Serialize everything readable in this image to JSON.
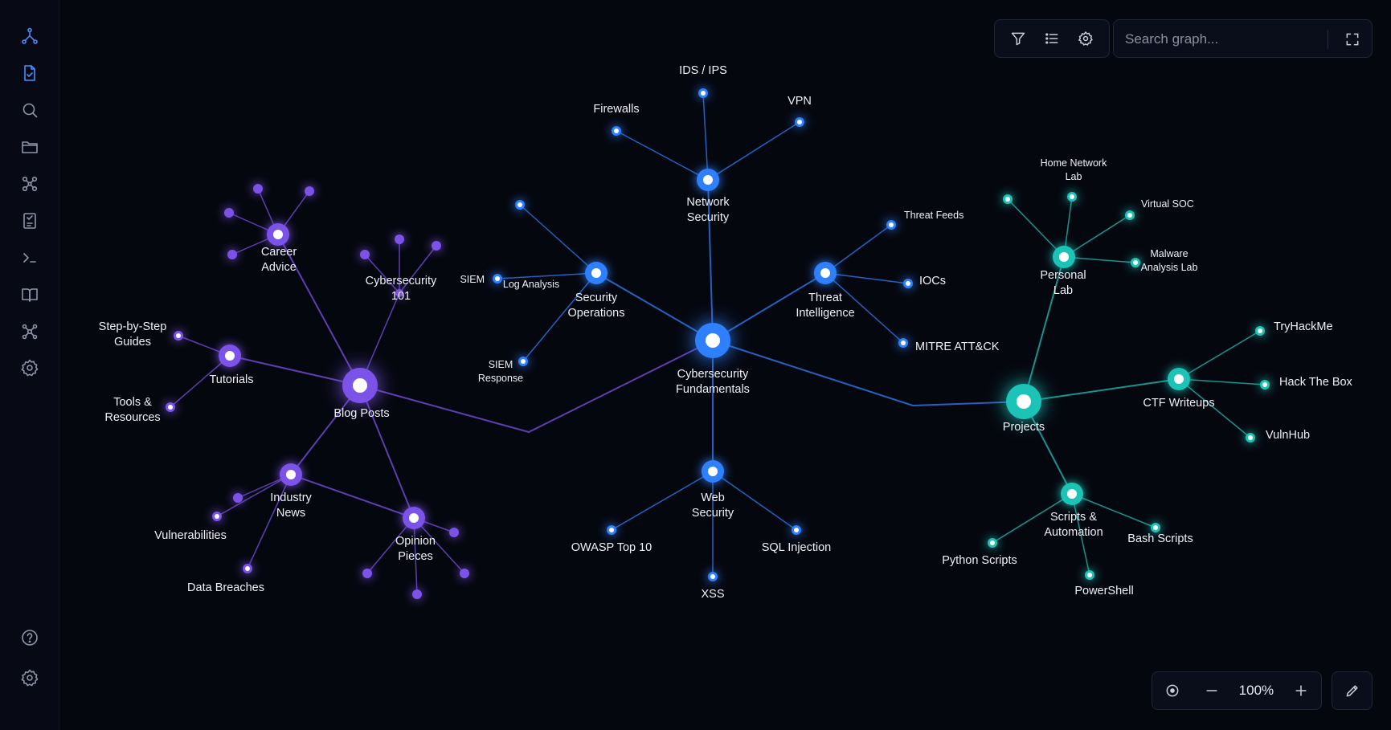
{
  "sidebar": {
    "top_items": [
      {
        "icon": "graph-icon",
        "active": true
      },
      {
        "icon": "document-icon",
        "active": true
      },
      {
        "icon": "search-icon",
        "active": false
      },
      {
        "icon": "folder-icon",
        "active": false
      },
      {
        "icon": "nodes-icon",
        "active": false
      },
      {
        "icon": "notebook-icon",
        "active": false
      },
      {
        "icon": "terminal-icon",
        "active": false
      },
      {
        "icon": "book-icon",
        "active": false
      },
      {
        "icon": "network-icon",
        "active": false
      },
      {
        "icon": "settings-icon",
        "active": false
      }
    ],
    "bottom_items": [
      {
        "icon": "help-icon"
      },
      {
        "icon": "settings-icon"
      }
    ]
  },
  "toolbar": {
    "buttons": [
      "filter-icon",
      "list-icon",
      "settings-icon"
    ]
  },
  "search": {
    "placeholder": "Search graph...",
    "value": ""
  },
  "zoom": {
    "label": "100%"
  },
  "colors": {
    "blue": "#2f80ff",
    "purple": "#7b52e8",
    "teal": "#1fc4b8",
    "background": "#05070f",
    "icon_active": "#4a8dff",
    "icon_idle": "#8e95a8"
  },
  "graph": {
    "nodes": [
      {
        "id": "cf",
        "label": "Cybersecurity\nFundamentals",
        "group": "blue",
        "kind": "root"
      },
      {
        "id": "ns",
        "label": "Network\nSecurity",
        "group": "blue",
        "kind": "hub"
      },
      {
        "id": "so",
        "label": "Security\nOperations",
        "group": "blue",
        "kind": "hub"
      },
      {
        "id": "ti",
        "label": "Threat\nIntelligence",
        "group": "blue",
        "kind": "hub"
      },
      {
        "id": "ws",
        "label": "Web\nSecurity",
        "group": "blue",
        "kind": "hub"
      },
      {
        "id": "ids",
        "label": "IDS / IPS",
        "group": "blue",
        "kind": "leaf"
      },
      {
        "id": "fw",
        "label": "Firewalls",
        "group": "blue",
        "kind": "leaf"
      },
      {
        "id": "vpn",
        "label": "VPN",
        "group": "blue",
        "kind": "leaf"
      },
      {
        "id": "so_top",
        "label": "",
        "group": "blue",
        "kind": "leaf"
      },
      {
        "id": "siem",
        "label": "SIEM",
        "group": "blue",
        "kind": "leaf"
      },
      {
        "id": "siemr",
        "label": "SIEM\nResponse",
        "group": "blue",
        "kind": "leaf"
      },
      {
        "id": "tf",
        "label": "Threat Feeds",
        "group": "blue",
        "kind": "leaf"
      },
      {
        "id": "iocs",
        "label": "IOCs",
        "group": "blue",
        "kind": "leaf"
      },
      {
        "id": "mitre",
        "label": "MITRE ATT&CK",
        "group": "blue",
        "kind": "leaf"
      },
      {
        "id": "owasp",
        "label": "OWASP Top 10",
        "group": "blue",
        "kind": "leaf"
      },
      {
        "id": "xss",
        "label": "XSS",
        "group": "blue",
        "kind": "leaf"
      },
      {
        "id": "sqli",
        "label": "SQL Injection",
        "group": "blue",
        "kind": "leaf"
      },
      {
        "id": "bp",
        "label": "Blog Posts",
        "group": "purple",
        "kind": "root"
      },
      {
        "id": "ca",
        "label": "Career\nAdvice",
        "group": "purple",
        "kind": "hub"
      },
      {
        "id": "tut",
        "label": "Tutorials",
        "group": "purple",
        "kind": "hub"
      },
      {
        "id": "in",
        "label": "Industry\nNews",
        "group": "purple",
        "kind": "hub"
      },
      {
        "id": "op",
        "label": "Opinion\nPieces",
        "group": "purple",
        "kind": "hub"
      },
      {
        "id": "c101",
        "label": "Cybersecurity\n101",
        "group": "purple",
        "kind": "label"
      },
      {
        "id": "ca1",
        "label": "",
        "group": "purple",
        "kind": "leaf"
      },
      {
        "id": "ca2",
        "label": "",
        "group": "purple",
        "kind": "leaf"
      },
      {
        "id": "ca3",
        "label": "",
        "group": "purple",
        "kind": "leaf"
      },
      {
        "id": "ca4",
        "label": "",
        "group": "purple",
        "kind": "leaf"
      },
      {
        "id": "c1",
        "label": "",
        "group": "purple",
        "kind": "leaf"
      },
      {
        "id": "c2",
        "label": "",
        "group": "purple",
        "kind": "leaf"
      },
      {
        "id": "c3",
        "label": "",
        "group": "purple",
        "kind": "leaf"
      },
      {
        "id": "sbs",
        "label": "Step-by-Step\nGuides",
        "group": "purple",
        "kind": "leaf"
      },
      {
        "id": "tr",
        "label": "Tools &\nResources",
        "group": "purple",
        "kind": "leaf"
      },
      {
        "id": "in1",
        "label": "",
        "group": "purple",
        "kind": "leaf"
      },
      {
        "id": "vuln",
        "label": "Vulnerabilities",
        "group": "purple",
        "kind": "leaf"
      },
      {
        "id": "db",
        "label": "Data Breaches",
        "group": "purple",
        "kind": "leaf"
      },
      {
        "id": "op1",
        "label": "",
        "group": "purple",
        "kind": "leaf"
      },
      {
        "id": "op2",
        "label": "",
        "group": "purple",
        "kind": "leaf"
      },
      {
        "id": "op3",
        "label": "",
        "group": "purple",
        "kind": "leaf"
      },
      {
        "id": "op4",
        "label": "",
        "group": "purple",
        "kind": "leaf"
      },
      {
        "id": "proj",
        "label": "Projects",
        "group": "teal",
        "kind": "root"
      },
      {
        "id": "pl",
        "label": "Personal\nLab",
        "group": "teal",
        "kind": "hub"
      },
      {
        "id": "ctf",
        "label": "CTF Writeups",
        "group": "teal",
        "kind": "hub"
      },
      {
        "id": "sa",
        "label": "Scripts &\nAutomation",
        "group": "teal",
        "kind": "hub"
      },
      {
        "id": "hnl",
        "label": "Home Network\nLab",
        "group": "teal",
        "kind": "leaf"
      },
      {
        "id": "vsoc",
        "label": "Virtual SOC",
        "group": "teal",
        "kind": "leaf"
      },
      {
        "id": "mal",
        "label": "Malware\nAnalysis Lab",
        "group": "teal",
        "kind": "leaf"
      },
      {
        "id": "pl4",
        "label": "",
        "group": "teal",
        "kind": "leaf"
      },
      {
        "id": "thm",
        "label": "TryHackMe",
        "group": "teal",
        "kind": "leaf"
      },
      {
        "id": "htb",
        "label": "Hack The Box",
        "group": "teal",
        "kind": "leaf"
      },
      {
        "id": "vh",
        "label": "VulnHub",
        "group": "teal",
        "kind": "leaf"
      },
      {
        "id": "py",
        "label": "Python Scripts",
        "group": "teal",
        "kind": "leaf"
      },
      {
        "id": "bash",
        "label": "Bash Scripts",
        "group": "teal",
        "kind": "leaf"
      },
      {
        "id": "ps",
        "label": "PowerShell",
        "group": "teal",
        "kind": "leaf"
      }
    ],
    "edge_labels": [
      {
        "text": "Log Analysis"
      }
    ],
    "edges": [
      [
        "cf",
        "ns"
      ],
      [
        "cf",
        "so"
      ],
      [
        "cf",
        "ti"
      ],
      [
        "cf",
        "ws"
      ],
      [
        "cf",
        "bp"
      ],
      [
        "cf",
        "proj"
      ],
      [
        "ns",
        "ids"
      ],
      [
        "ns",
        "fw"
      ],
      [
        "ns",
        "vpn"
      ],
      [
        "so",
        "so_top"
      ],
      [
        "so",
        "siem"
      ],
      [
        "so",
        "siemr"
      ],
      [
        "ti",
        "tf"
      ],
      [
        "ti",
        "iocs"
      ],
      [
        "ti",
        "mitre"
      ],
      [
        "ws",
        "owasp"
      ],
      [
        "ws",
        "xss"
      ],
      [
        "ws",
        "sqli"
      ],
      [
        "bp",
        "ca"
      ],
      [
        "bp",
        "tut"
      ],
      [
        "bp",
        "in"
      ],
      [
        "bp",
        "op"
      ],
      [
        "bp",
        "c101"
      ],
      [
        "ca",
        "ca1"
      ],
      [
        "ca",
        "ca2"
      ],
      [
        "ca",
        "ca3"
      ],
      [
        "ca",
        "ca4"
      ],
      [
        "c101",
        "c1"
      ],
      [
        "c101",
        "c2"
      ],
      [
        "c101",
        "c3"
      ],
      [
        "tut",
        "sbs"
      ],
      [
        "tut",
        "tr"
      ],
      [
        "in",
        "in1"
      ],
      [
        "in",
        "vuln"
      ],
      [
        "in",
        "db"
      ],
      [
        "in",
        "op"
      ],
      [
        "op",
        "op1"
      ],
      [
        "op",
        "op2"
      ],
      [
        "op",
        "op3"
      ],
      [
        "op",
        "op4"
      ],
      [
        "proj",
        "pl"
      ],
      [
        "proj",
        "ctf"
      ],
      [
        "proj",
        "sa"
      ],
      [
        "pl",
        "hnl"
      ],
      [
        "pl",
        "vsoc"
      ],
      [
        "pl",
        "mal"
      ],
      [
        "pl",
        "pl4"
      ],
      [
        "ctf",
        "thm"
      ],
      [
        "ctf",
        "htb"
      ],
      [
        "ctf",
        "vh"
      ],
      [
        "sa",
        "py"
      ],
      [
        "sa",
        "bash"
      ],
      [
        "sa",
        "ps"
      ]
    ]
  }
}
